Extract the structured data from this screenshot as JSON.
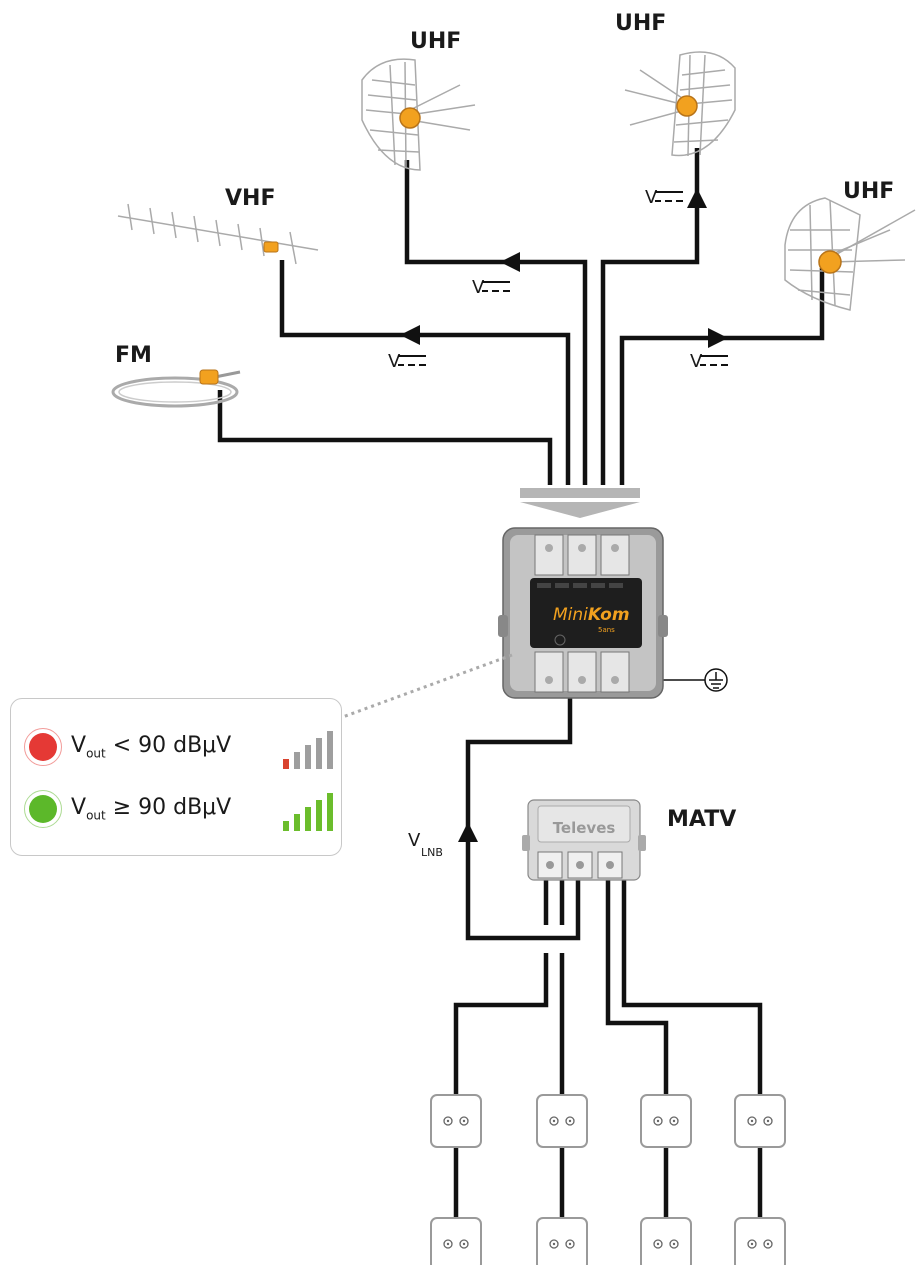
{
  "labels": {
    "fm": "FM",
    "vhf": "VHF",
    "uhf_left": "UHF",
    "uhf_center": "UHF",
    "uhf_right": "UHF",
    "matv": "MATV",
    "vlnb_main": "V",
    "vlnb_sub": "LNB",
    "v_dc": "V"
  },
  "device": {
    "brand_prefix": "Mini",
    "brand_suffix": "Kom",
    "model_small": "5ans",
    "splitter_brand": "Televes"
  },
  "legend": {
    "red": {
      "prefix": "V",
      "sub": "out",
      "text": " < 90 dBμV",
      "color": "#e53935",
      "bar_color": "#d9432f"
    },
    "green": {
      "prefix": "V",
      "sub": "out",
      "text": " ≥ 90 dBμV",
      "color": "#5cb82a",
      "bar_color": "#6bbd2c"
    }
  },
  "colors": {
    "wire": "#111111",
    "antenna_accent": "#f2a11f",
    "device_body": "#9a9a9a",
    "merge_arrow": "#b5b5b5"
  }
}
